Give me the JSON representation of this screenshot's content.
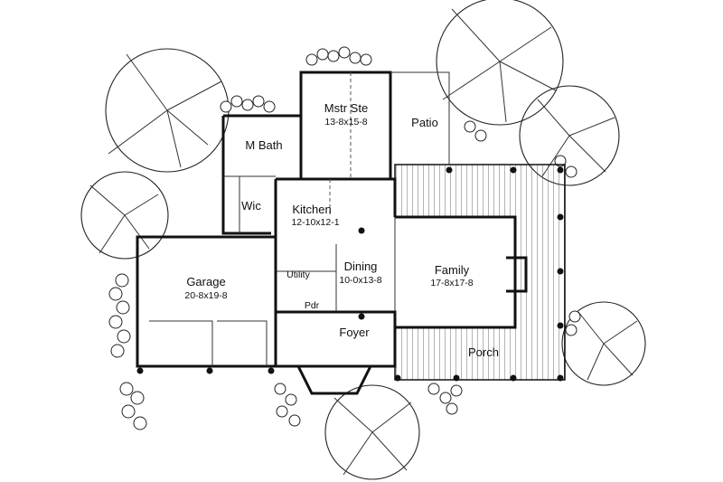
{
  "rooms": [
    {
      "key": "mstr",
      "name": "Mstr Ste",
      "dim": "13-8x15-8"
    },
    {
      "key": "patio",
      "name": "Patio",
      "dim": ""
    },
    {
      "key": "mbath",
      "name": "M Bath",
      "dim": ""
    },
    {
      "key": "wic",
      "name": "Wic",
      "dim": ""
    },
    {
      "key": "kitchen",
      "name": "Kitchen",
      "dim": "12-10x12-1"
    },
    {
      "key": "garage",
      "name": "Garage",
      "dim": "20-8x19-8"
    },
    {
      "key": "utility",
      "name": "Utility",
      "dim": ""
    },
    {
      "key": "dining",
      "name": "Dining",
      "dim": "10-0x13-8"
    },
    {
      "key": "family",
      "name": "Family",
      "dim": "17-8x17-8"
    },
    {
      "key": "pdr",
      "name": "Pdr",
      "dim": ""
    },
    {
      "key": "foyer",
      "name": "Foyer",
      "dim": ""
    },
    {
      "key": "porch",
      "name": "Porch",
      "dim": ""
    }
  ]
}
